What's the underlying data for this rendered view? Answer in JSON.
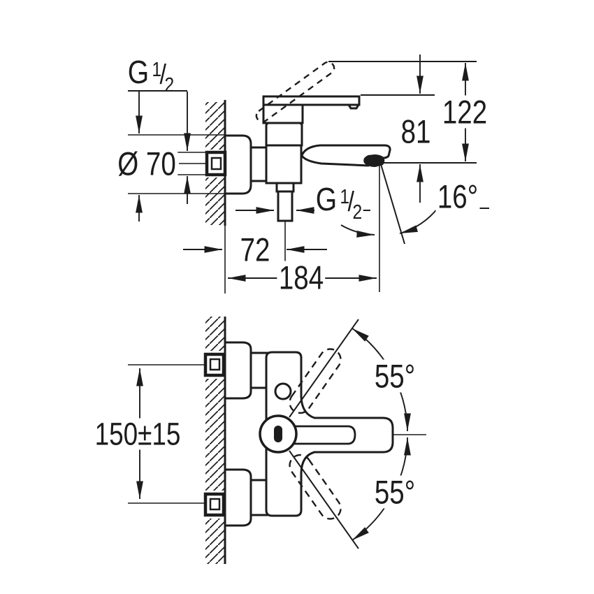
{
  "drawing": {
    "background": "#ffffff",
    "ink": "#1c1c1c",
    "views": {
      "side": {
        "name": "side-elevation",
        "labels": {
          "inlet_thread": {
            "letter": "G",
            "numerator": "1",
            "slash": "/",
            "denominator": "2"
          },
          "escutcheon_diameter": "Ø 70",
          "overall_height": "122",
          "spout_height": "81",
          "spout_angle": "16°",
          "outlet_thread": {
            "letter": "G",
            "numerator": "1",
            "slash": "/",
            "denominator": "2"
          },
          "outlet_offset": "72",
          "projection": "184"
        }
      },
      "plan": {
        "name": "plan-view",
        "labels": {
          "connection_centers": "150±15",
          "lever_swing_upper": "55°",
          "lever_swing_lower": "55°"
        }
      }
    }
  }
}
